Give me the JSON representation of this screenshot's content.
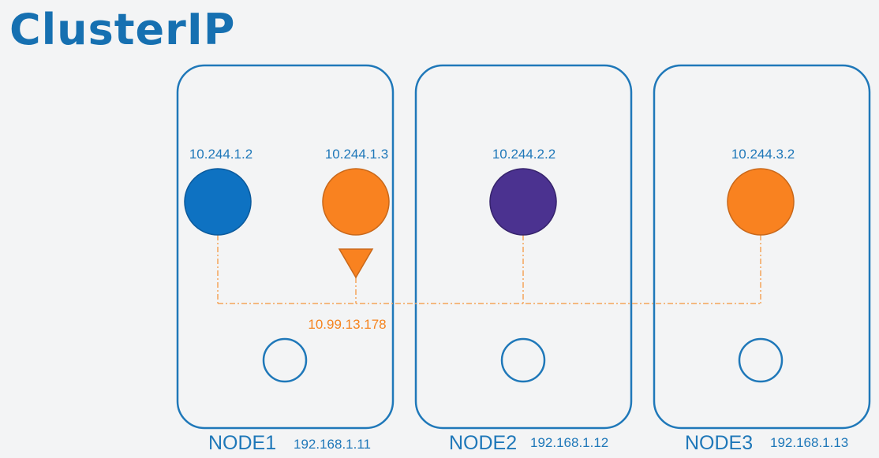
{
  "title": "ClusterIP",
  "colors": {
    "title": "#1670b1",
    "border": "#1f78b9",
    "text_blue": "#1f78b9",
    "text_orange": "#f5841f",
    "pod_blue": "#0e72c2",
    "pod_orange": "#f98220",
    "pod_purple": "#4b3290",
    "network_line": "#f5a35a"
  },
  "service": {
    "ip": "10.99.13.178",
    "icon": "triangle-down-icon"
  },
  "nodes": [
    {
      "label": "NODE1",
      "ip": "192.168.1.11",
      "pods": [
        {
          "ip": "10.244.1.2",
          "color": "#0e72c2"
        },
        {
          "ip": "10.244.1.3",
          "color": "#f98220"
        }
      ]
    },
    {
      "label": "NODE2",
      "ip": "192.168.1.12",
      "pods": [
        {
          "ip": "10.244.2.2",
          "color": "#4b3290"
        }
      ]
    },
    {
      "label": "NODE3",
      "ip": "192.168.1.13",
      "pods": [
        {
          "ip": "10.244.3.2",
          "color": "#f98220"
        }
      ]
    }
  ]
}
